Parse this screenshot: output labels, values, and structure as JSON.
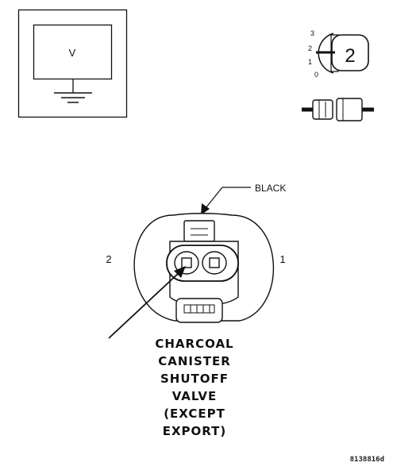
{
  "meter": {
    "symbol": "V"
  },
  "probe_legend": {
    "ticks": [
      "3",
      "2",
      "1",
      "0"
    ],
    "tip_number": "2"
  },
  "connector": {
    "color_label": "BLACK",
    "pin_left": "2",
    "pin_right": "1"
  },
  "caption": {
    "lines": [
      "CHARCOAL",
      "CANISTER",
      "SHUTOFF",
      "VALVE",
      "(EXCEPT",
      "EXPORT)"
    ]
  },
  "figure_id": "8138816d"
}
